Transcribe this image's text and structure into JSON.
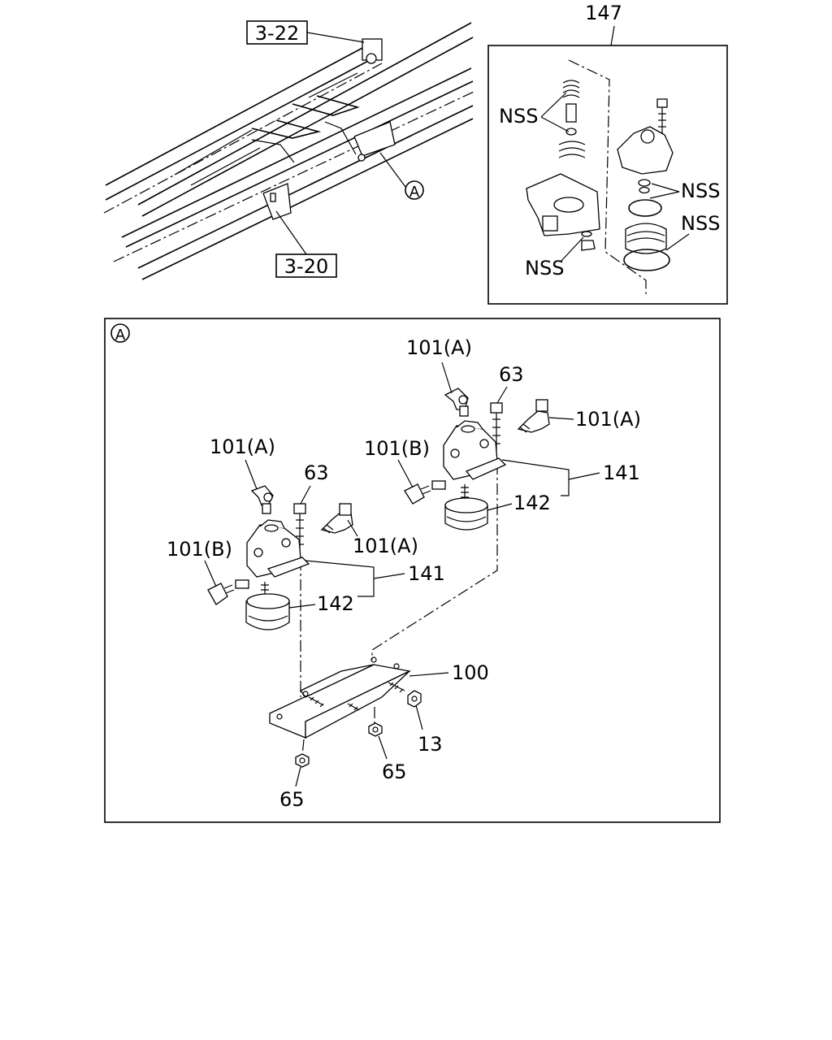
{
  "labels": {
    "ref_3_22": "3-22",
    "ref_3_20": "3-20",
    "ref_147": "147",
    "circle_a": "A",
    "detail_a": "A",
    "nss": "NSS",
    "p101a": "101(A)",
    "p101b": "101(B)",
    "p63": "63",
    "p141": "141",
    "p142": "142",
    "p100": "100",
    "p13": "13",
    "p65": "65"
  }
}
